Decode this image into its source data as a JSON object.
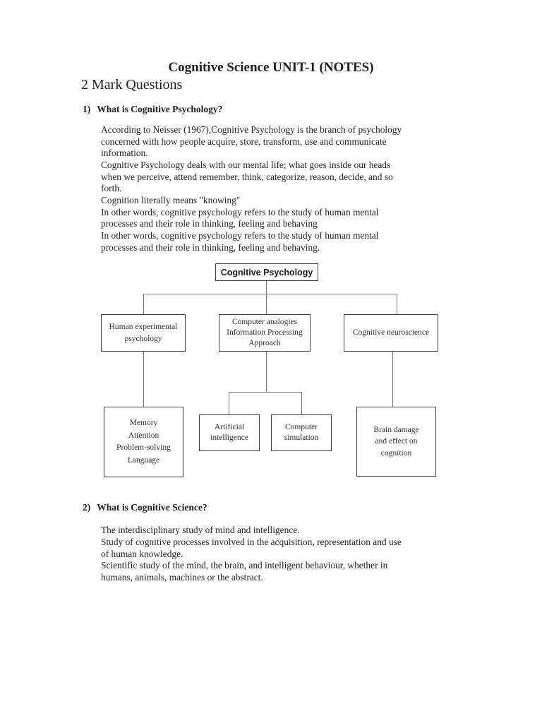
{
  "document": {
    "title": "Cognitive Science UNIT-1 (NOTES)",
    "subtitle": "2 Mark Questions"
  },
  "section1": {
    "number": "1)",
    "heading": "What is Cognitive Psychology?",
    "lines": [
      "According to Neisser (1967),Cognitive Psychology is the branch of psychology",
      "concerned with how people acquire, store, transform, use and communicate",
      "information.",
      "Cognitive Psychology deals with our mental life; what goes inside our heads",
      "when we perceive, attend remember, think, categorize, reason, decide, and so",
      "forth.",
      "Cognition literally means \"knowing\"",
      "In other words, cognitive psychology refers to the study of human mental",
      "processes and their role in thinking, feeling and behaving",
      "In other words, cognitive psychology refers to the study of human mental",
      "processes and their role in thinking, feeling and behaving."
    ]
  },
  "diagram": {
    "root": "Cognitive Psychology",
    "human_experimental": {
      "lines": [
        "Human experimental",
        "psychology"
      ]
    },
    "computer_analogies": {
      "lines": [
        "Computer analogies",
        "Information Processing",
        "Approach"
      ]
    },
    "cognitive_neuroscience": {
      "lines": [
        "Cognitive neuroscience"
      ]
    },
    "hep_topics": {
      "lines": [
        "Memory",
        "Attention",
        "Problem-solving",
        "Language"
      ]
    },
    "artificial_intelligence": {
      "lines": [
        "Artificial",
        "intelligence"
      ]
    },
    "computer_simulation": {
      "lines": [
        "Computer",
        "simulation"
      ]
    },
    "brain_damage": {
      "lines": [
        "Brain damage",
        "and effect on",
        "cognition"
      ]
    }
  },
  "section2": {
    "number": "2)",
    "heading": "What is Cognitive Science?",
    "lines": [
      "The interdisciplinary study of mind and intelligence.",
      "Study of cognitive processes involved in the acquisition, representation and use",
      "of human knowledge.",
      "Scientific study of the mind, the brain, and intelligent behaviour, whether in",
      "humans, animals, machines or the abstract."
    ]
  }
}
